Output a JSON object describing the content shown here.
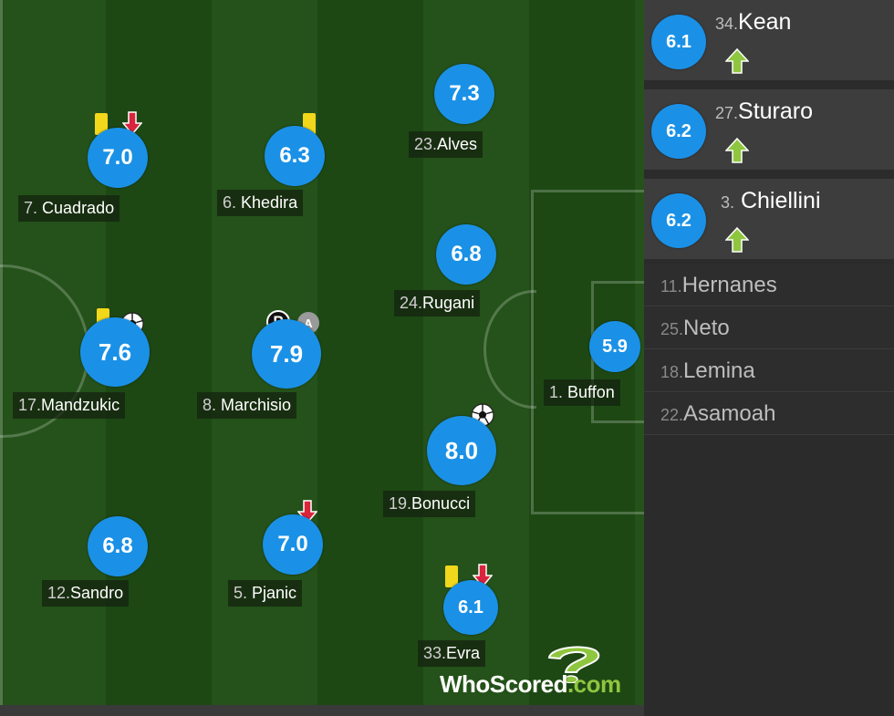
{
  "players": [
    {
      "id": "cuadrado",
      "number": "7.",
      "name": "Cuadrado",
      "rating": "7.0",
      "yellow_card": true,
      "subbed_off": true,
      "goal": false,
      "captain": false
    },
    {
      "id": "khedira",
      "number": "6.",
      "name": "Khedira",
      "rating": "6.3",
      "yellow_card": true,
      "subbed_off": false,
      "goal": false,
      "captain": false
    },
    {
      "id": "alves",
      "number": "23.",
      "name": "Alves",
      "rating": "7.3",
      "yellow_card": false,
      "subbed_off": false,
      "goal": false,
      "captain": false
    },
    {
      "id": "rugani",
      "number": "24.",
      "name": "Rugani",
      "rating": "6.8",
      "yellow_card": false,
      "subbed_off": false,
      "goal": false,
      "captain": false
    },
    {
      "id": "mandzukic",
      "number": "17.",
      "name": "Mandzukic",
      "rating": "7.6",
      "yellow_card": true,
      "subbed_off": false,
      "goal": true,
      "captain": false
    },
    {
      "id": "marchisio",
      "number": "8.",
      "name": "Marchisio",
      "rating": "7.9",
      "yellow_card": false,
      "subbed_off": false,
      "goal": false,
      "captain": true,
      "penalty_badge": "P",
      "captain_badge": "A"
    },
    {
      "id": "buffon",
      "number": "1.",
      "name": "Buffon",
      "rating": "5.9",
      "yellow_card": false,
      "subbed_off": false,
      "goal": false,
      "captain": false
    },
    {
      "id": "bonucci",
      "number": "19.",
      "name": "Bonucci",
      "rating": "8.0",
      "yellow_card": false,
      "subbed_off": false,
      "goal": true,
      "captain": false
    },
    {
      "id": "sandro",
      "number": "12.",
      "name": "Sandro",
      "rating": "6.8",
      "yellow_card": false,
      "subbed_off": false,
      "goal": false,
      "captain": false
    },
    {
      "id": "pjanic",
      "number": "5.",
      "name": "Pjanic",
      "rating": "7.0",
      "yellow_card": false,
      "subbed_off": true,
      "goal": false,
      "captain": false
    },
    {
      "id": "evra",
      "number": "33.",
      "name": "Evra",
      "rating": "6.1",
      "yellow_card": true,
      "subbed_off": true,
      "goal": false,
      "captain": false
    }
  ],
  "substitutes_used": [
    {
      "number": "34.",
      "name": "Kean",
      "rating": "6.1"
    },
    {
      "number": "27.",
      "name": "Sturaro",
      "rating": "6.2"
    },
    {
      "number": "3.",
      "name": "Chiellini",
      "rating": "6.2"
    }
  ],
  "bench": [
    {
      "number": "11.",
      "name": "Hernanes"
    },
    {
      "number": "25.",
      "name": "Neto"
    },
    {
      "number": "18.",
      "name": "Lemina"
    },
    {
      "number": "22.",
      "name": "Asamoah"
    }
  ],
  "watermark": {
    "part1": "WhoScored",
    "part2": ".com"
  },
  "colors": {
    "rating_circle": "#1a91e6",
    "pitch_dark": "#1d4814",
    "pitch_light": "#24521a",
    "yellow_card": "#f2d81a",
    "sub_off_arrow": "#d9243c",
    "sub_on_arrow": "#8fc63f"
  }
}
